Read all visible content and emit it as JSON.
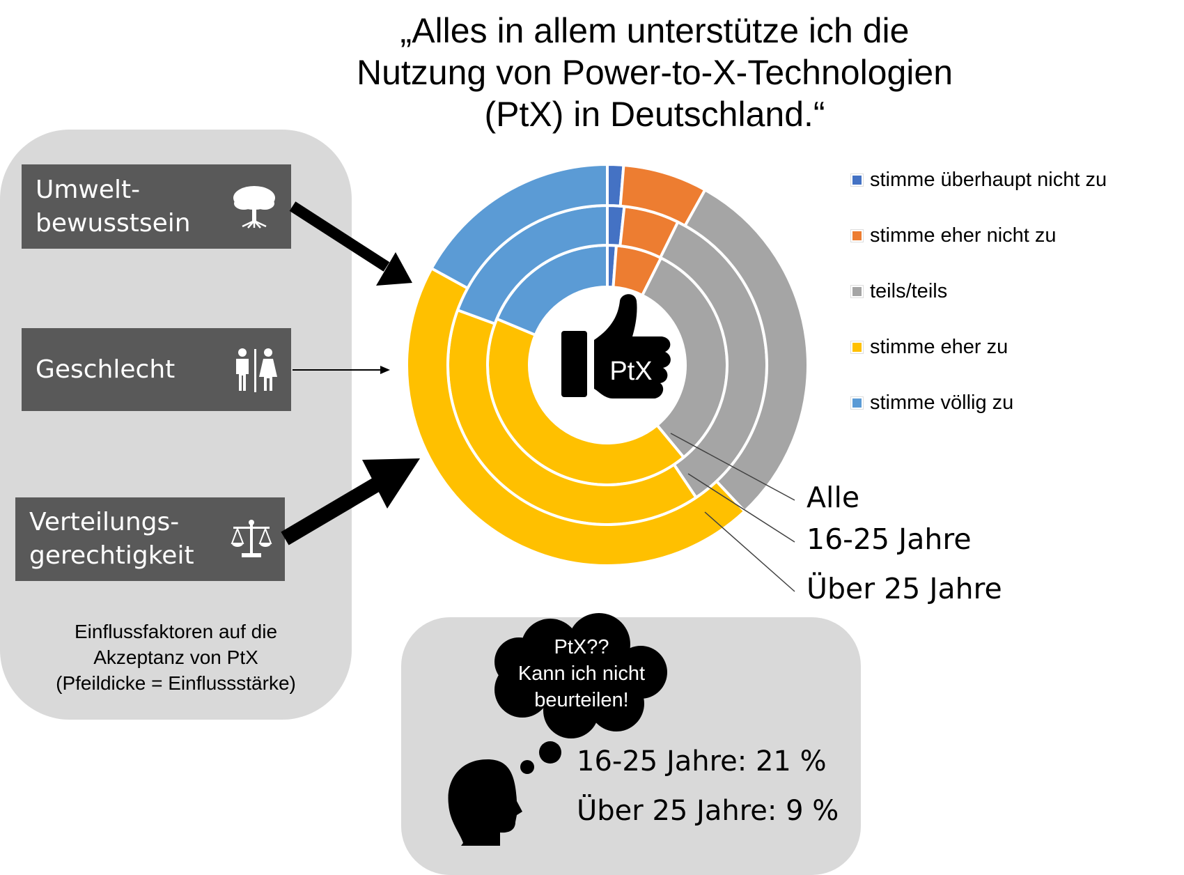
{
  "title": {
    "lines": [
      "„Alles in allem unterstütze ich die",
      "Nutzung von Power-to-X-Technologien",
      "(PtX) in Deutschland.“"
    ]
  },
  "factors": [
    {
      "lines": [
        "Umwelt-",
        "bewusstsein"
      ],
      "icon": "tree-icon",
      "influence": "strong"
    },
    {
      "lines": [
        "Geschlecht"
      ],
      "icon": "people-icon",
      "influence": "weak"
    },
    {
      "lines": [
        "Verteilungs-",
        "gerechtigkeit"
      ],
      "icon": "scales-icon",
      "influence": "strong"
    }
  ],
  "caption": [
    "Einflussfaktoren auf die",
    "Akzeptanz von  PtX",
    "(Pfeildicke = Einflussstärke)"
  ],
  "center_label": "PtX",
  "chart_data": {
    "type": "donut",
    "title": "„Alles in allem unterstütze ich die Nutzung von Power-to-X-Technologien (PtX) in Deutschland.“",
    "categories": [
      "stimme überhaupt nicht zu",
      "stimme eher nicht zu",
      "teils/teils",
      "stimme eher zu",
      "stimme völlig zu"
    ],
    "colors": [
      "#4472C4",
      "#ED7D31",
      "#A5A5A5",
      "#FFC000",
      "#5B9BD5"
    ],
    "legend_position": "right",
    "series": [
      {
        "name": "Alle",
        "ring": "inner",
        "values": [
          1.2,
          6.2,
          31.6,
          42.3,
          18.7
        ]
      },
      {
        "name": "16-25 Jahre",
        "ring": "middle",
        "values": [
          1.7,
          5.6,
          33.3,
          40.0,
          19.4
        ]
      },
      {
        "name": "Über 25 Jahre",
        "ring": "outer",
        "values": [
          1.3,
          6.8,
          29.9,
          45.0,
          17.0
        ]
      }
    ]
  },
  "unsure": {
    "thought": [
      "PtX??",
      "Kann ich nicht",
      "beurteilen!"
    ],
    "stats": [
      "16-25 Jahre: 21 %",
      "Über 25 Jahre: 9 %"
    ]
  }
}
